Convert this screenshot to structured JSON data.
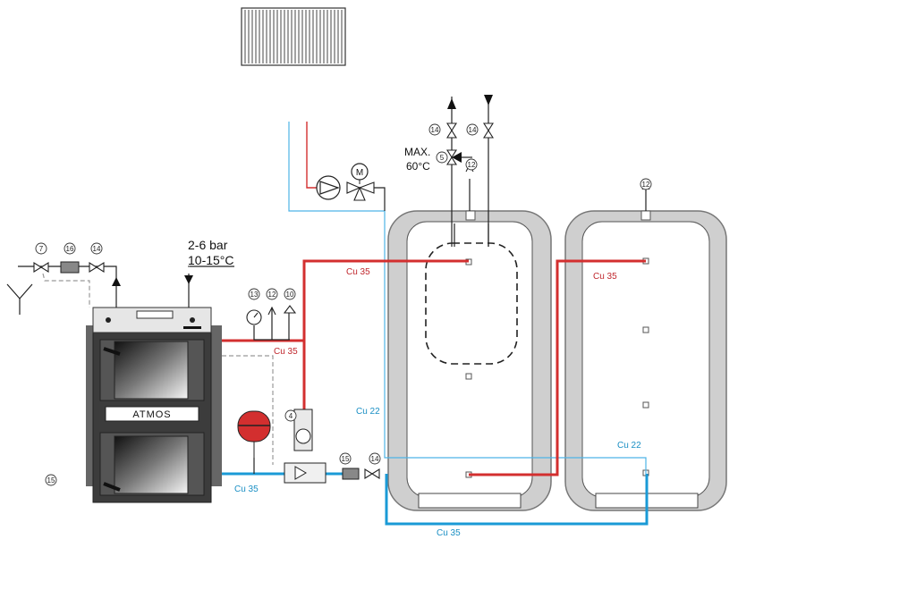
{
  "boiler": {
    "brand": "ATMOS"
  },
  "pressure_label": {
    "line1": "2-6 bar",
    "line2": "10-15°C"
  },
  "max_temp_label": {
    "line1": "MAX.",
    "line2": "60°C"
  },
  "pipe_labels": {
    "cu35_tank1_supply": "Cu 35",
    "cu35_boiler_supply": "Cu 35",
    "cu35_tank2_supply": "Cu 35",
    "cu22_left": "Cu 22",
    "cu22_right": "Cu 22",
    "cu35_boiler_return": "Cu 35",
    "cu35_bottom_return": "Cu 35"
  },
  "component_numbers": {
    "n7": "7",
    "n16": "16",
    "n14_left": "14",
    "n13": "13",
    "n12_safety": "12",
    "n10": "10",
    "n4": "4",
    "n15_filter": "15",
    "n14_bottom": "14",
    "n15_bottom": "15",
    "n14_top_left": "14",
    "n14_top_right": "14",
    "n5": "5",
    "n12_tank1": "12",
    "n12_tank2": "12"
  },
  "colors": {
    "hot_pipe": "#d32f2f",
    "cold_pipe": "#1a9ad6",
    "thin_blue": "#4db3e6",
    "dashed": "#999999",
    "boiler_body": "#555555"
  }
}
